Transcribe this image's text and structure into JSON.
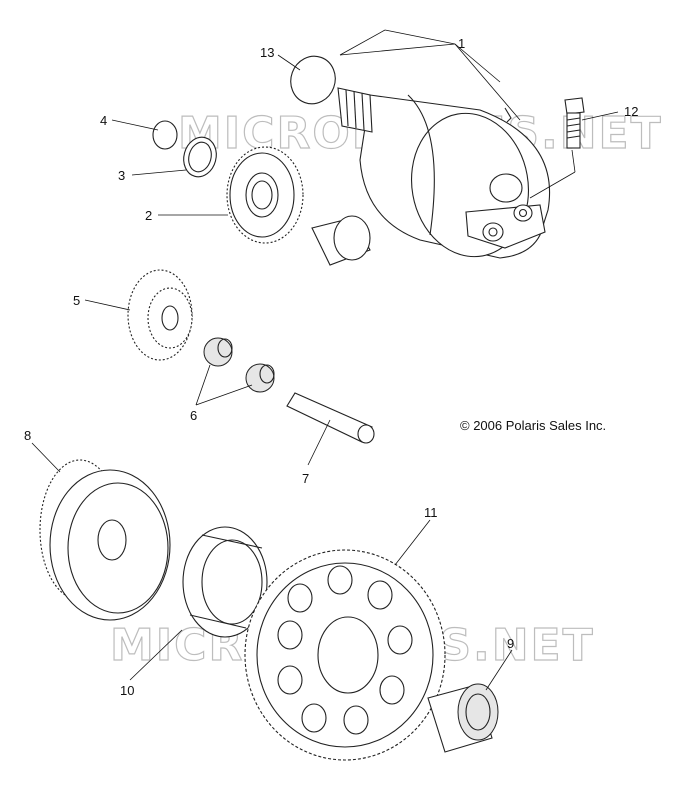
{
  "copyright": "© 2006 Polaris Sales Inc.",
  "watermarks": [
    "MICROFICHES.NET",
    "MICROFICHES.NET"
  ],
  "callouts": [
    {
      "id": "1",
      "label": "1"
    },
    {
      "id": "2",
      "label": "2"
    },
    {
      "id": "3",
      "label": "3"
    },
    {
      "id": "4",
      "label": "4"
    },
    {
      "id": "5",
      "label": "5"
    },
    {
      "id": "6",
      "label": "6"
    },
    {
      "id": "7",
      "label": "7"
    },
    {
      "id": "8",
      "label": "8"
    },
    {
      "id": "9",
      "label": "9"
    },
    {
      "id": "10",
      "label": "10"
    },
    {
      "id": "11",
      "label": "11"
    },
    {
      "id": "12",
      "label": "12"
    },
    {
      "id": "13",
      "label": "13"
    }
  ]
}
